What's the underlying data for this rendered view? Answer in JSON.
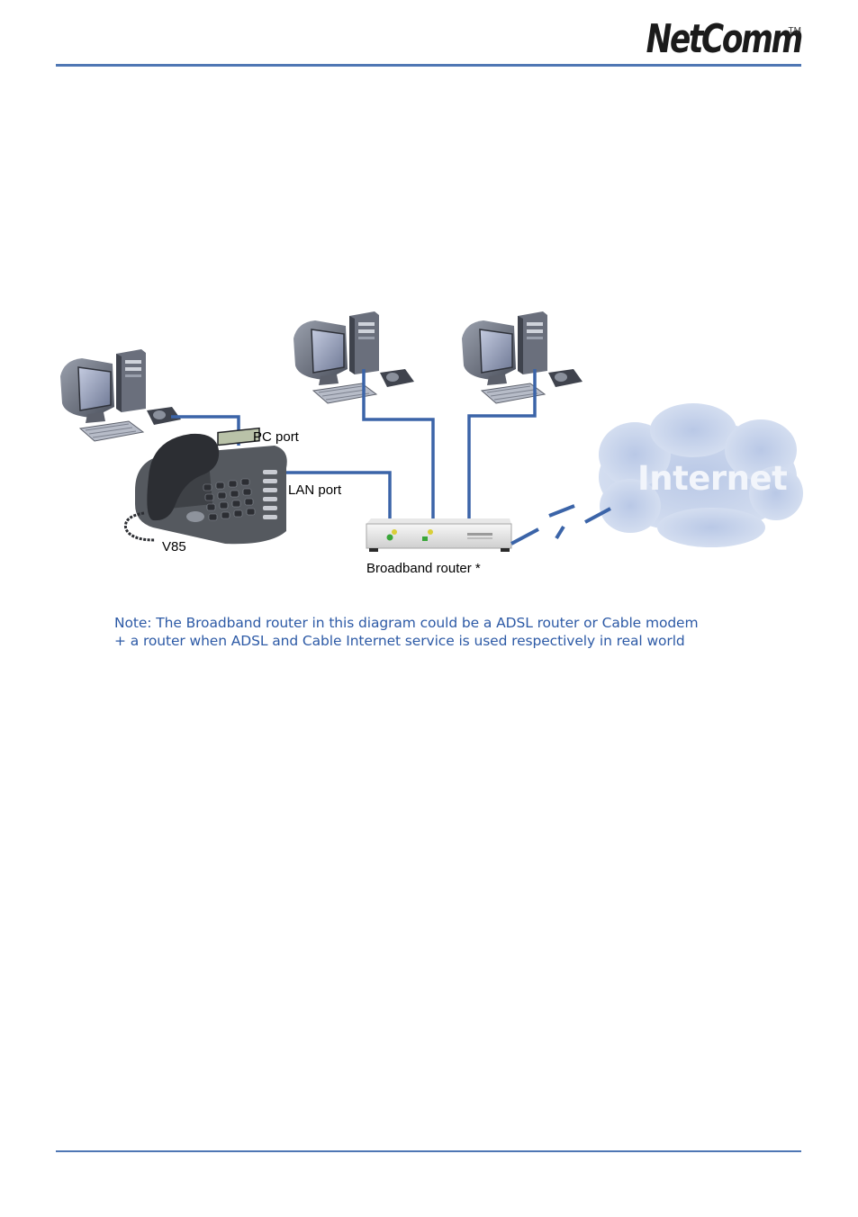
{
  "header": {
    "logo_text": "NetComm",
    "trademark": "TM"
  },
  "diagram": {
    "labels": {
      "pc_port": "PC port",
      "lan_port": "LAN port",
      "phone": "V85",
      "router": "Broadband router *",
      "internet": "Internet"
    },
    "note": {
      "line1": "Note: The Broadband router in this diagram could be a ADSL router or Cable modem",
      "line2": "+ a router when ADSL and Cable Internet service is used respectively in real world"
    }
  },
  "colors": {
    "accent": "#4f77b4",
    "link": "#3b64a8",
    "note": "#2d5aa6",
    "cloud": "#c9d6ec"
  }
}
